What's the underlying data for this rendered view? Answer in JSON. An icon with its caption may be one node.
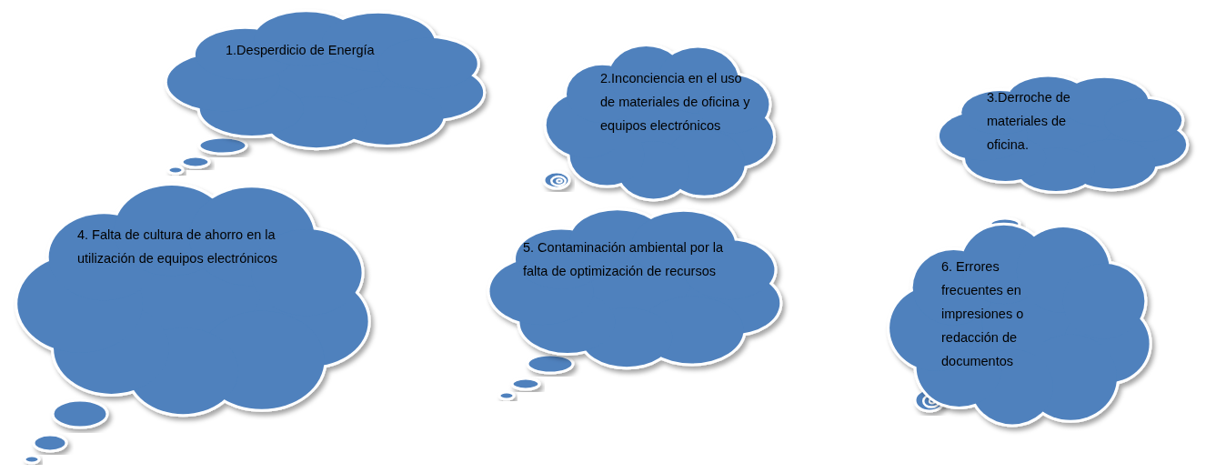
{
  "diagram": {
    "nodes": [
      {
        "text": [
          "1.Desperdicio de Energía"
        ]
      },
      {
        "text": [
          "2.Inconciencia en el uso de materiales de oficina y equipos electrónicos"
        ]
      },
      {
        "text": [
          "3.Derroche de materiales de oficina."
        ]
      },
      {
        "text": [
          "4. Falta de cultura de ahorro en la utilización de equipos electrónicos"
        ]
      },
      {
        "text": [
          "5. Contaminación ambiental por la falta de optimización de recursos"
        ]
      },
      {
        "text": [
          "6. Errores frecuentes en impresiones o redacción de documentos"
        ]
      }
    ]
  }
}
